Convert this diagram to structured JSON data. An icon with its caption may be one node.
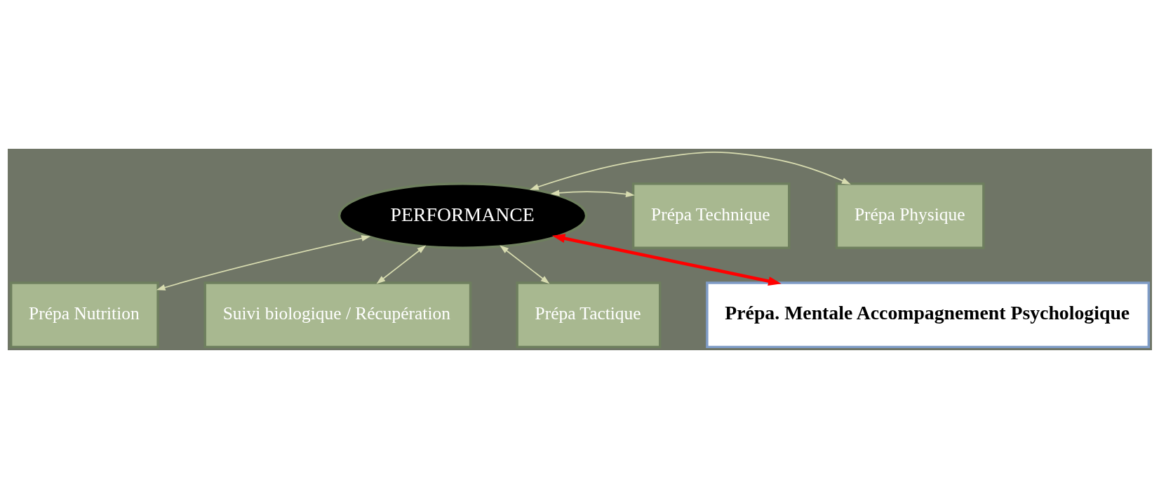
{
  "diagram": {
    "nodes": [
      {
        "text": [
          "Prépa Nutrition"
        ]
      },
      {
        "text": [
          "Suivi biologique / Récupération"
        ]
      },
      {
        "text": [
          "Prépa Tactique"
        ]
      },
      {
        "text": [
          "PERFORMANCE"
        ]
      },
      {
        "text": [
          "Prépa Physique"
        ]
      },
      {
        "text": [
          "Prépa Technique"
        ]
      },
      {
        "text": [
          "Prépa. Mentale Accompagnement Psychologique"
        ]
      }
    ],
    "edges": [
      {
        "from": 3,
        "to": 0,
        "arrow": "both"
      },
      {
        "from": 3,
        "to": 1,
        "arrow": "both"
      },
      {
        "from": 3,
        "to": 2,
        "arrow": "both"
      },
      {
        "from": 3,
        "to": 4,
        "arrow": "both"
      },
      {
        "from": 3,
        "to": 5,
        "arrow": "both"
      },
      {
        "from": 3,
        "to": 6,
        "arrow": "both",
        "style": "thick",
        "color": "#ff0000"
      }
    ]
  }
}
